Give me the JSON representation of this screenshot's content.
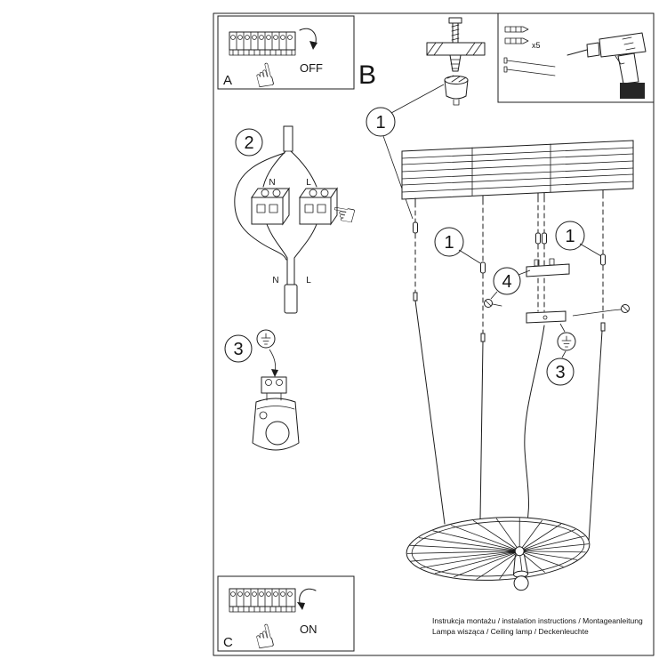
{
  "panels": {
    "a": {
      "label": "A",
      "state": "OFF"
    },
    "c": {
      "label": "C",
      "state": "ON"
    },
    "b_label": "B"
  },
  "hardware": {
    "dowel_count": "x5"
  },
  "steps": {
    "s1": "1",
    "s2": "2",
    "s3": "3",
    "s4": "4"
  },
  "wiring": {
    "n_top": "N",
    "l_top": "L",
    "n_bottom": "N",
    "l_bottom": "L"
  },
  "icons": {
    "hand_up": "☝",
    "hand_left": "☜"
  },
  "footer": {
    "line1": "Instrukcja montażu / instalation instructions / Montageanleitung",
    "line2": "Lampa wisząca / Ceiling lamp / Deckenleuchte"
  }
}
